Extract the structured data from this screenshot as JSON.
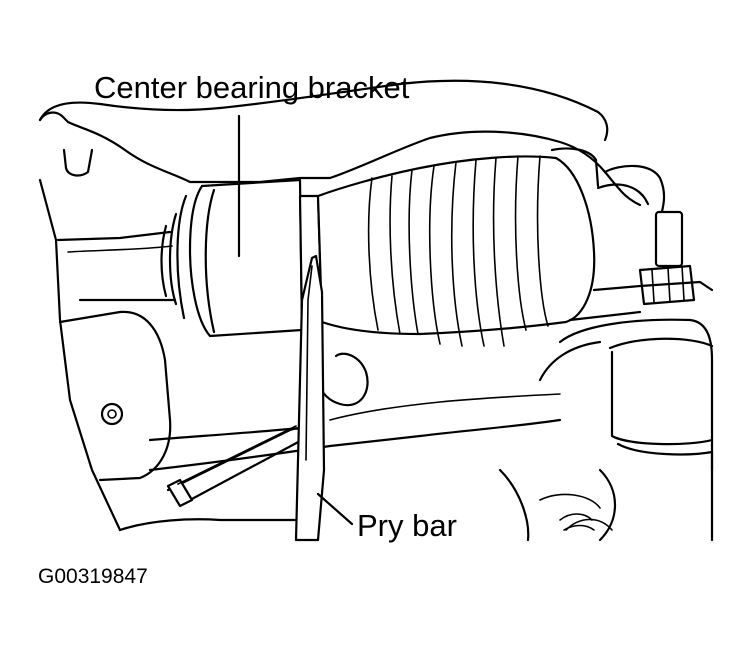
{
  "labels": {
    "center_bearing_bracket": "Center bearing bracket",
    "pry_bar": "Pry bar"
  },
  "figure_id": "G00319847",
  "colors": {
    "ink": "#000000",
    "paper": "#ffffff"
  }
}
